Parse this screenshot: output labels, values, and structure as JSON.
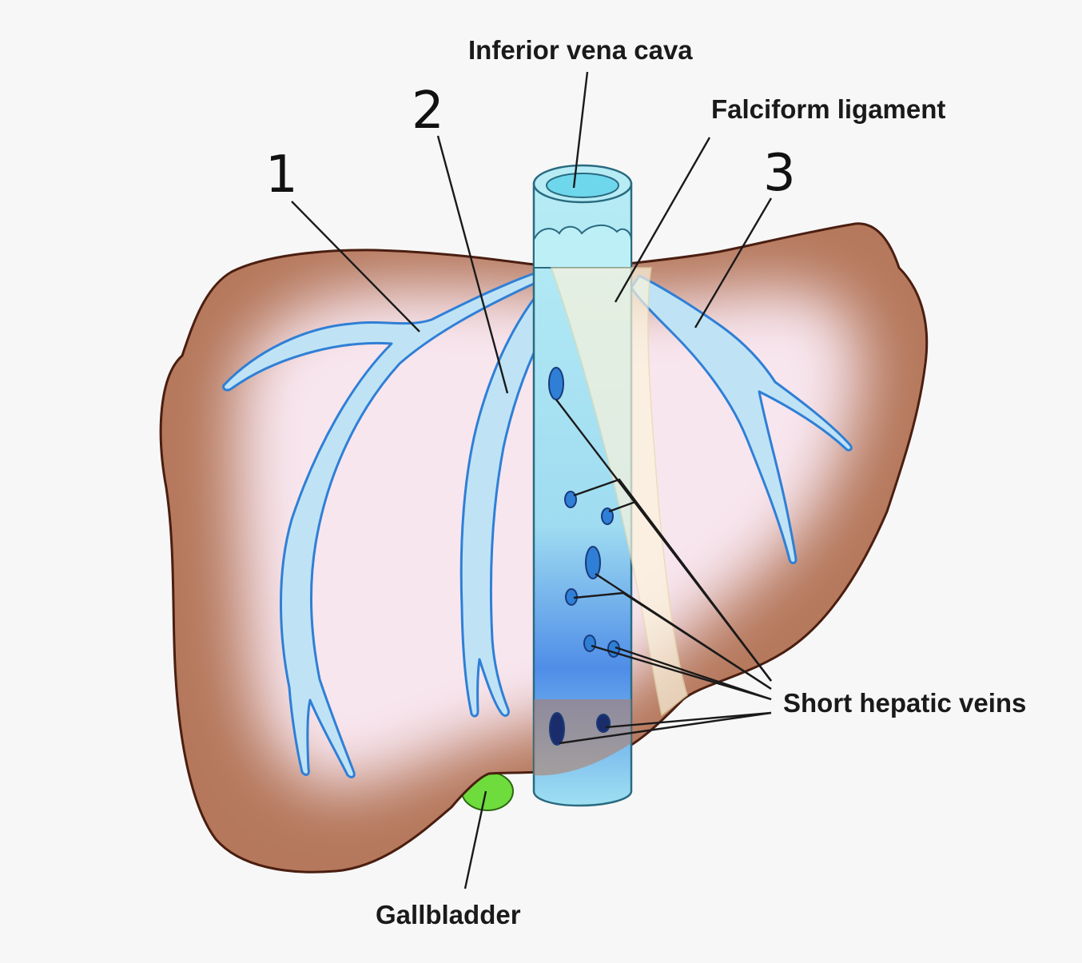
{
  "labels": {
    "ivc": "Inferior vena cava",
    "falciform": "Falciform ligament",
    "short_hepatic": "Short hepatic veins",
    "gallbladder": "Gallbladder"
  },
  "numbers": {
    "n1": "1",
    "n2": "2",
    "n3": "3"
  },
  "colors": {
    "liver": "#b5785c",
    "liver_outline": "#4a1e10",
    "liver_inner": "#f8e6ef",
    "vein_fill": "#bfe3f5",
    "vein_stroke": "#2f7fd6",
    "ivc_fill": "#a9e6f2",
    "gallbladder": "#6edc3c",
    "ligament": "#fbf3dc"
  }
}
